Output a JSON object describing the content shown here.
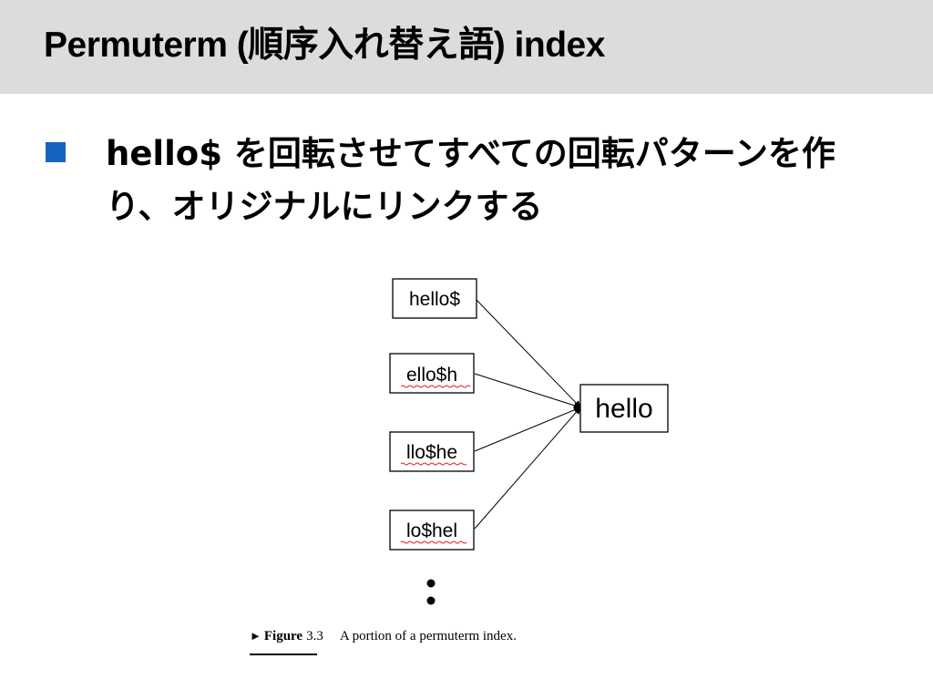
{
  "slide": {
    "title": "Permuterm (順序入れ替え語) index",
    "bullet": {
      "marker_color": "#1565c0",
      "text": "hello$ を回転させてすべての回転パターンを作り、オリジナルにリンクする"
    }
  },
  "diagram": {
    "rotations": [
      {
        "label": "hello$"
      },
      {
        "label": "ello$h"
      },
      {
        "label": "llo$he"
      },
      {
        "label": "lo$hel"
      }
    ],
    "target": {
      "label": "hello"
    },
    "continuation": "vertical ellipsis (more rotations)"
  },
  "caption": {
    "marker": "►",
    "figure": "Figure",
    "number": "3.3",
    "text": "A portion of a permuterm index."
  }
}
